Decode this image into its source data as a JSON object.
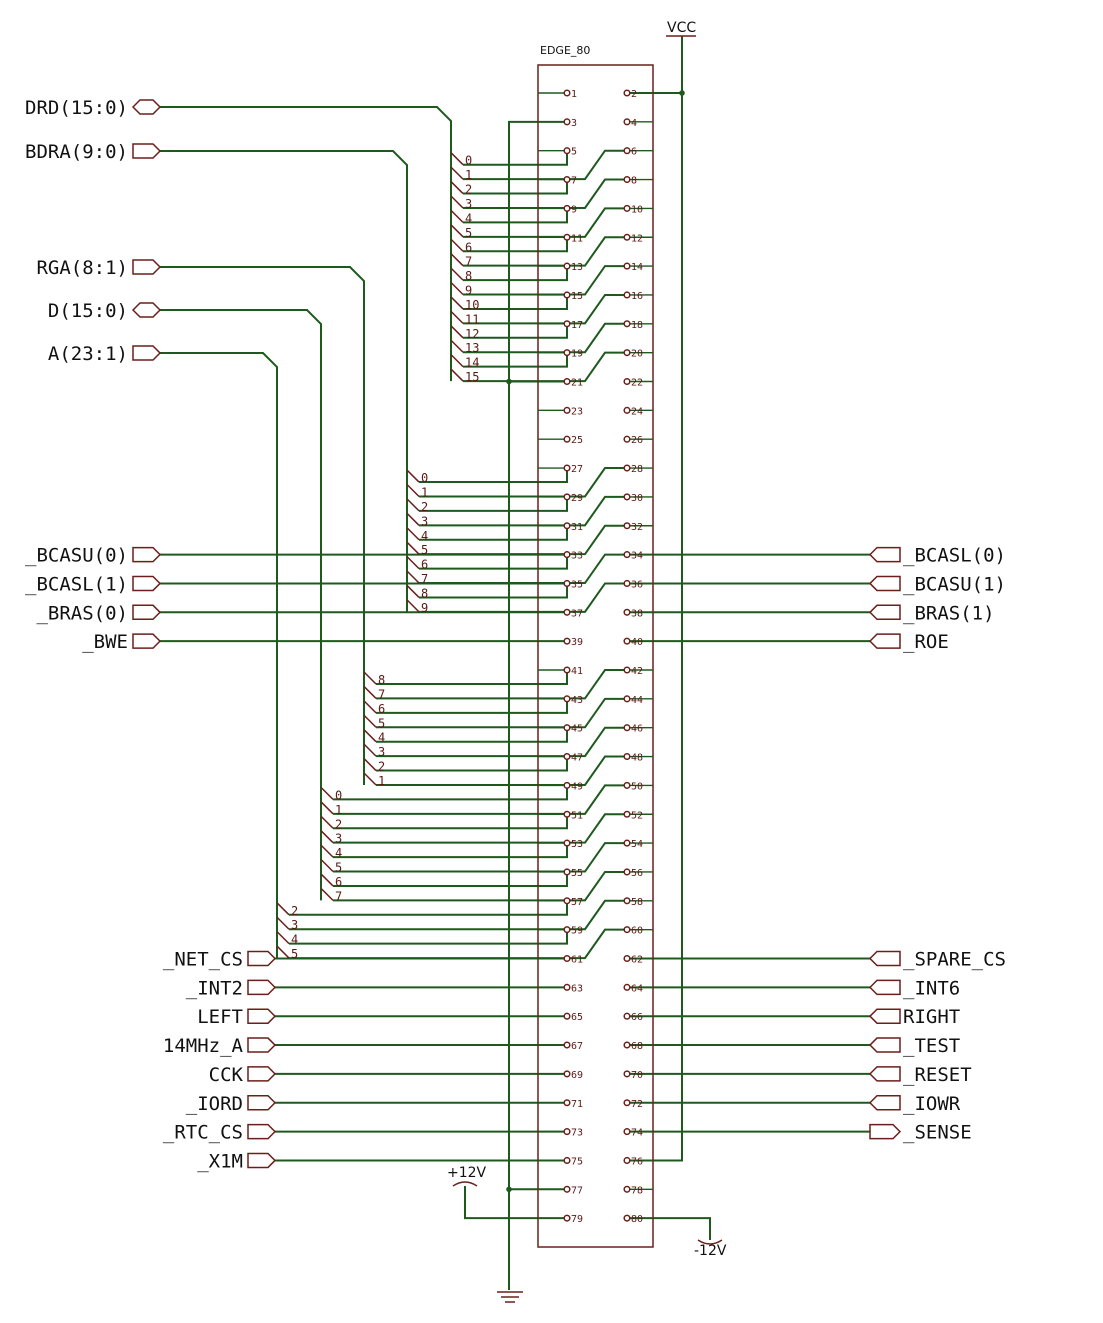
{
  "connector": {
    "name": "EDGE_80",
    "pin_count": 80
  },
  "power": {
    "vcc": "VCC",
    "plus12": "+12V",
    "minus12": "-12V"
  },
  "buses": [
    {
      "id": "drd",
      "label": "DRD(15:0)",
      "direction": "bidirectional",
      "bits": [
        "0",
        "1",
        "2",
        "3",
        "4",
        "5",
        "6",
        "7",
        "8",
        "9",
        "10",
        "11",
        "12",
        "13",
        "14",
        "15"
      ]
    },
    {
      "id": "bdra",
      "label": "BDRA(9:0)",
      "direction": "input",
      "bits": [
        "0",
        "1",
        "2",
        "3",
        "4",
        "5",
        "6",
        "7",
        "8",
        "9"
      ]
    },
    {
      "id": "rga",
      "label": "RGA(8:1)",
      "direction": "input",
      "bits": [
        "8",
        "7",
        "6",
        "5",
        "4",
        "3",
        "2",
        "1"
      ]
    },
    {
      "id": "d",
      "label": "D(15:0)",
      "direction": "bidirectional",
      "bits": [
        "0",
        "1",
        "2",
        "3",
        "4",
        "5",
        "6",
        "7"
      ]
    },
    {
      "id": "a",
      "label": "A(23:1)",
      "direction": "input",
      "bits": [
        "2",
        "3",
        "4",
        "5"
      ]
    }
  ],
  "left_signals": [
    {
      "label": "_BCASU(0)",
      "pin": "33"
    },
    {
      "label": "_BCASL(1)",
      "pin": "35"
    },
    {
      "label": "_BRAS(0)",
      "pin": "37"
    },
    {
      "label": "_BWE",
      "pin": "39"
    },
    {
      "label": "_NET_CS",
      "pin": "61"
    },
    {
      "label": "_INT2",
      "pin": "63"
    },
    {
      "label": "LEFT",
      "pin": "65"
    },
    {
      "label": "14MHz_A",
      "pin": "67"
    },
    {
      "label": "CCK",
      "pin": "69"
    },
    {
      "label": "_IORD",
      "pin": "71"
    },
    {
      "label": "_RTC_CS",
      "pin": "73"
    },
    {
      "label": "_X1M",
      "pin": "75"
    }
  ],
  "right_signals": [
    {
      "label": "_BCASL(0)",
      "pin": "34",
      "direction": "input"
    },
    {
      "label": "_BCASU(1)",
      "pin": "36",
      "direction": "input"
    },
    {
      "label": "_BRAS(1)",
      "pin": "38",
      "direction": "input"
    },
    {
      "label": "_ROE",
      "pin": "40",
      "direction": "input"
    },
    {
      "label": "_SPARE_CS",
      "pin": "62",
      "direction": "input"
    },
    {
      "label": "_INT6",
      "pin": "64",
      "direction": "input"
    },
    {
      "label": "RIGHT",
      "pin": "66",
      "direction": "input"
    },
    {
      "label": "_TEST",
      "pin": "68",
      "direction": "input"
    },
    {
      "label": "_RESET",
      "pin": "70",
      "direction": "input"
    },
    {
      "label": "_IOWR",
      "pin": "72",
      "direction": "input"
    },
    {
      "label": "_SENSE",
      "pin": "74",
      "direction": "output"
    }
  ],
  "colors": {
    "wire": "#1e5a1e",
    "symbol": "#6b1f1a",
    "text": "#111111",
    "background": "#ffffff"
  }
}
